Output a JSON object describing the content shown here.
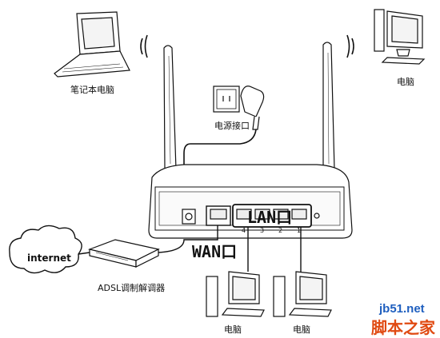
{
  "labels": {
    "laptop": "笔记本电脑",
    "desktop_top": "电脑",
    "power_socket": "电源接口",
    "lan_port": "LAN口",
    "wan_port": "WAN口",
    "internet": "internet",
    "adsl_modem": "ADSL调制解调器",
    "pc_bottom_left": "电脑",
    "pc_bottom_right": "电脑"
  },
  "port_numbers": [
    "4",
    "3",
    "2",
    "1"
  ],
  "watermark": {
    "site": "jb51.net",
    "brand": "脚本之家"
  }
}
